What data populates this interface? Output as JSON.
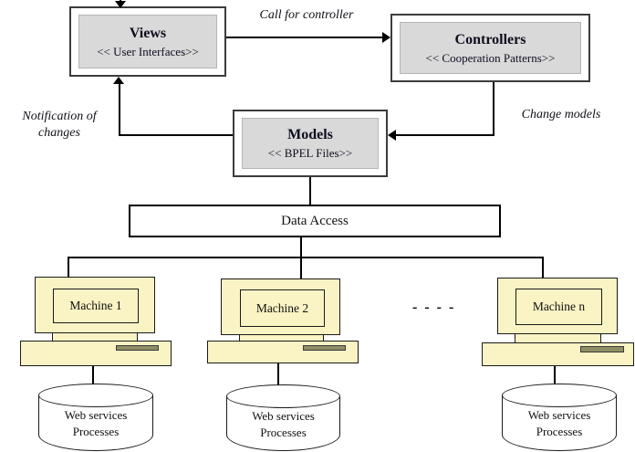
{
  "nodes": {
    "views": {
      "title": "Views",
      "stereotype": "<< User Interfaces>>"
    },
    "controllers": {
      "title": "Controllers",
      "stereotype": "<< Cooperation Patterns>>"
    },
    "models": {
      "title": "Models",
      "stereotype": "<< BPEL Files>>"
    },
    "data_access": {
      "label": "Data Access"
    }
  },
  "edge_labels": {
    "call_for_controller": "Call for controller",
    "change_models": "Change models",
    "notification_line1": "Notification of",
    "notification_line2": "changes"
  },
  "machines": [
    {
      "label": "Machine 1",
      "storage": {
        "line1": "Web services",
        "line2": "Processes"
      }
    },
    {
      "label": "Machine 2",
      "storage": {
        "line1": "Web services",
        "line2": "Processes"
      }
    },
    {
      "label": "Machine n",
      "storage": {
        "line1": "Web services",
        "line2": "Processes"
      }
    }
  ],
  "ellipsis": "- - - -",
  "colors": {
    "node_fill": "#d9d9d9",
    "machine_fill": "#faf3c4",
    "storage_fill": "#ffffff",
    "line": "#000000"
  }
}
